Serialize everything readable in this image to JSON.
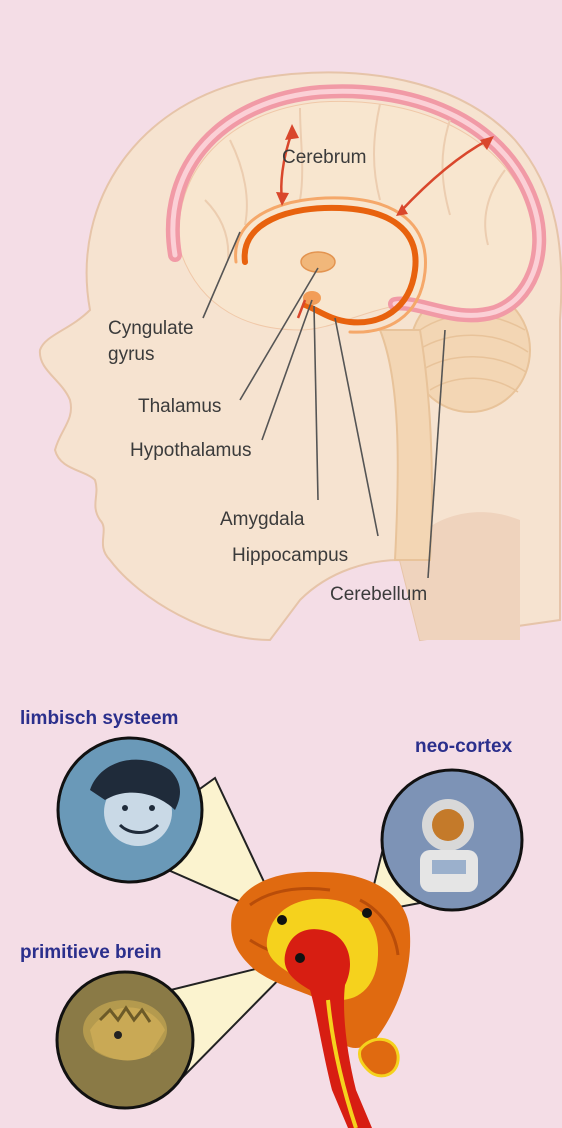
{
  "top_figure": {
    "labels": {
      "cerebrum": "Cerebrum",
      "cyngulate_line1": "Cyngulate",
      "cyngulate_line2": "gyrus",
      "thalamus": "Thalamus",
      "hypothalamus": "Hypothalamus",
      "amygdala": "Amygdala",
      "hippocampus": "Hippocampus",
      "cerebellum": "Cerebellum"
    }
  },
  "bottom_figure": {
    "labels": {
      "limbisch": "limbisch systeem",
      "neocortex": "neo-cortex",
      "primitieve": "primitieve brein"
    }
  },
  "colors": {
    "background": "#f4dde6",
    "label_blue": "#2b2f8c",
    "label_gray": "#3b3b3b",
    "cortex_pink": "#f19aa6",
    "limbic_orange": "#e8620e",
    "skin": "#f6e3d0"
  }
}
